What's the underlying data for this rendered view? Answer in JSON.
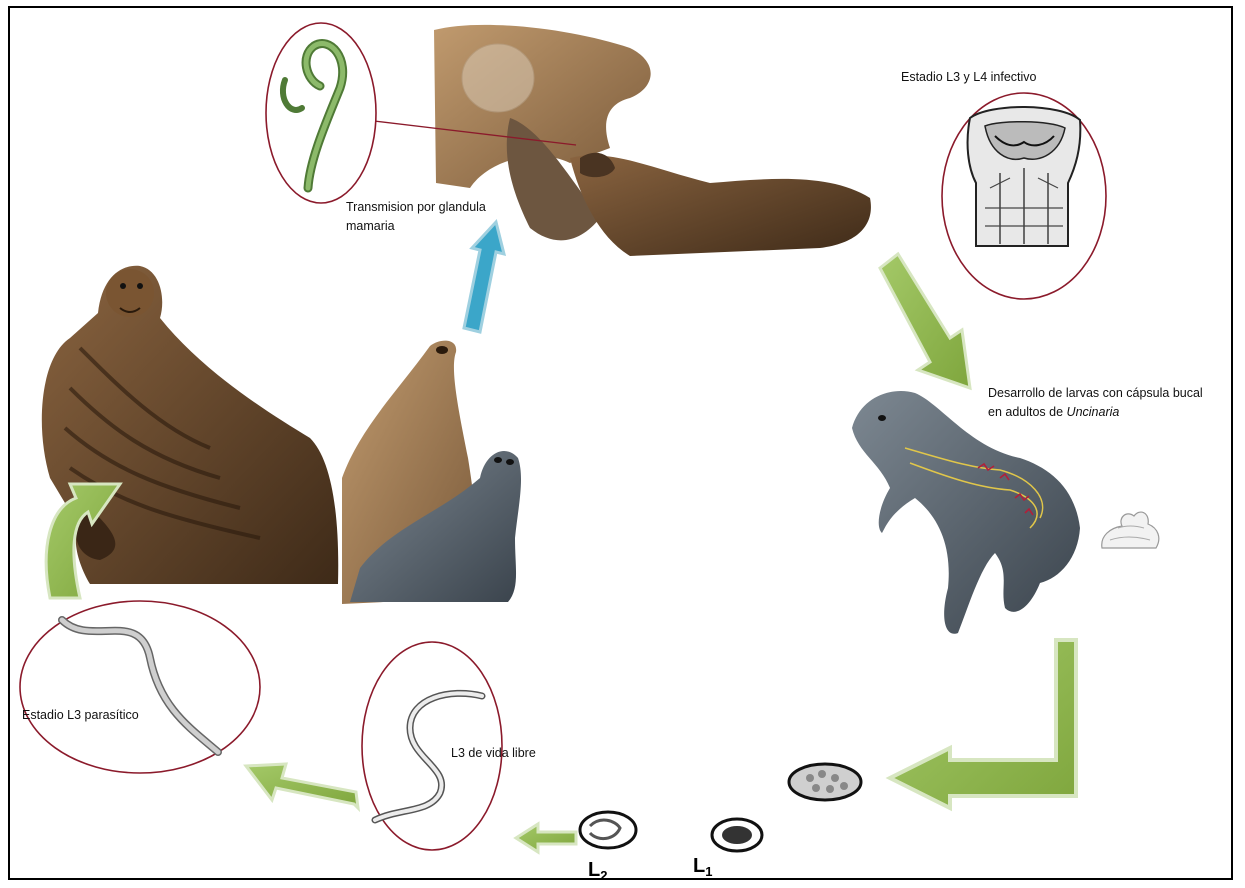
{
  "labels": {
    "transmision_line1": "Transmision por glandula",
    "transmision_line2": "mamaria",
    "estadio_infectivo": "Estadio L3 y L4 infectivo",
    "desarrollo_line1": "Desarrollo de larvas con cápsula bucal",
    "desarrollo_line2_prefix": "en adultos de ",
    "desarrollo_line2_italic": "Uncinaria",
    "l3_parasitico": "Estadio L3 parasítico",
    "l3_vida_libre": "L3 de vida libre"
  },
  "stages": {
    "l1": "L",
    "l1_sub": "1",
    "l2": "L",
    "l2_sub": "2"
  },
  "colors": {
    "circle_stroke": "#8b1a2b",
    "green_arrow": "#8db548",
    "green_arrow_edge": "#5f7d2e",
    "blue_arrow": "#3ba6c9",
    "seal_brown": "#6b4a2e",
    "seal_dark": "#3a2616",
    "seal_tan": "#a8825a",
    "pup_grey": "#5c6670",
    "worm_green": "#7aa65a"
  },
  "icons": [
    "worm-green-icon",
    "hookworm-head-icon",
    "worm-grey-icon",
    "larva-icon",
    "egg-icon",
    "feces-icon"
  ]
}
